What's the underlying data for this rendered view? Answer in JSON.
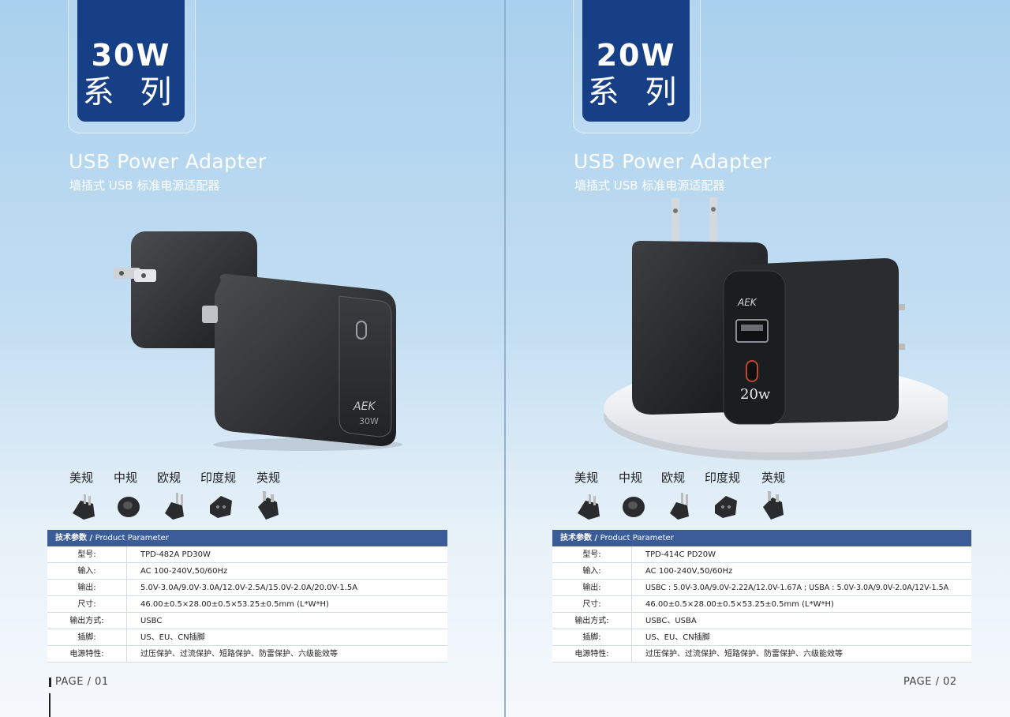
{
  "pages": [
    {
      "series_watts": "30W",
      "series_label": "系 列",
      "title_en": "USB Power Adapter",
      "title_cn": "墙插式 USB 标准电源适配器",
      "product_brand": "AEK",
      "product_rating": "30W",
      "plug_labels": [
        "美规",
        "中规",
        "欧规",
        "印度规",
        "英规"
      ],
      "plug_icons": [
        "us-plug-icon",
        "cn-plug-icon",
        "eu-plug-icon",
        "in-plug-icon",
        "uk-plug-icon"
      ],
      "spec": {
        "header_cn": "技术参数 /",
        "header_en": "Product Parameter",
        "rows": [
          {
            "k": "型号:",
            "v": "TPD-482A   PD30W"
          },
          {
            "k": "输入:",
            "v": "AC 100-240V,50/60Hz"
          },
          {
            "k": "输出:",
            "v": "5.0V-3.0A/9.0V-3.0A/12.0V-2.5A/15.0V-2.0A/20.0V-1.5A"
          },
          {
            "k": "尺寸:",
            "v": "46.00±0.5×28.00±0.5×53.25±0.5mm (L*W*H)"
          },
          {
            "k": "输出方式:",
            "v": "USBC"
          },
          {
            "k": "插脚:",
            "v": "US、EU、CN插脚"
          },
          {
            "k": "电源特性:",
            "v": "过压保护、过流保护、短路保护、防雷保护、六级能效等"
          }
        ]
      },
      "footer": "PAGE  /  01"
    },
    {
      "series_watts": "20W",
      "series_label": "系 列",
      "title_en": "USB Power Adapter",
      "title_cn": "墙插式 USB 标准电源适配器",
      "product_brand": "AEK",
      "product_rating": "20w",
      "plug_labels": [
        "美规",
        "中规",
        "欧规",
        "印度规",
        "英规"
      ],
      "plug_icons": [
        "us-plug-icon",
        "cn-plug-icon",
        "eu-plug-icon",
        "in-plug-icon",
        "uk-plug-icon"
      ],
      "spec": {
        "header_cn": "技术参数 /",
        "header_en": "Product Parameter",
        "rows": [
          {
            "k": "型号:",
            "v": "TPD-414C   PD20W"
          },
          {
            "k": "输入:",
            "v": "AC 100-240V,50/60Hz"
          },
          {
            "k": "输出:",
            "v": "USBC : 5.0V-3.0A/9.0V-2.22A/12.0V-1.67A ; USBA : 5.0V-3.0A/9.0V-2.0A/12V-1.5A"
          },
          {
            "k": "尺寸:",
            "v": "46.00±0.5×28.00±0.5×53.25±0.5mm (L*W*H)"
          },
          {
            "k": "输出方式:",
            "v": "USBC、USBA"
          },
          {
            "k": "插脚:",
            "v": "US、EU、CN插脚"
          },
          {
            "k": "电源特性:",
            "v": "过压保护、过流保护、短路保护、防雷保护、六级能效等"
          }
        ]
      },
      "footer": "PAGE  /  02"
    }
  ],
  "colors": {
    "accent": "#173f86",
    "table_header": "#3b5c98"
  }
}
